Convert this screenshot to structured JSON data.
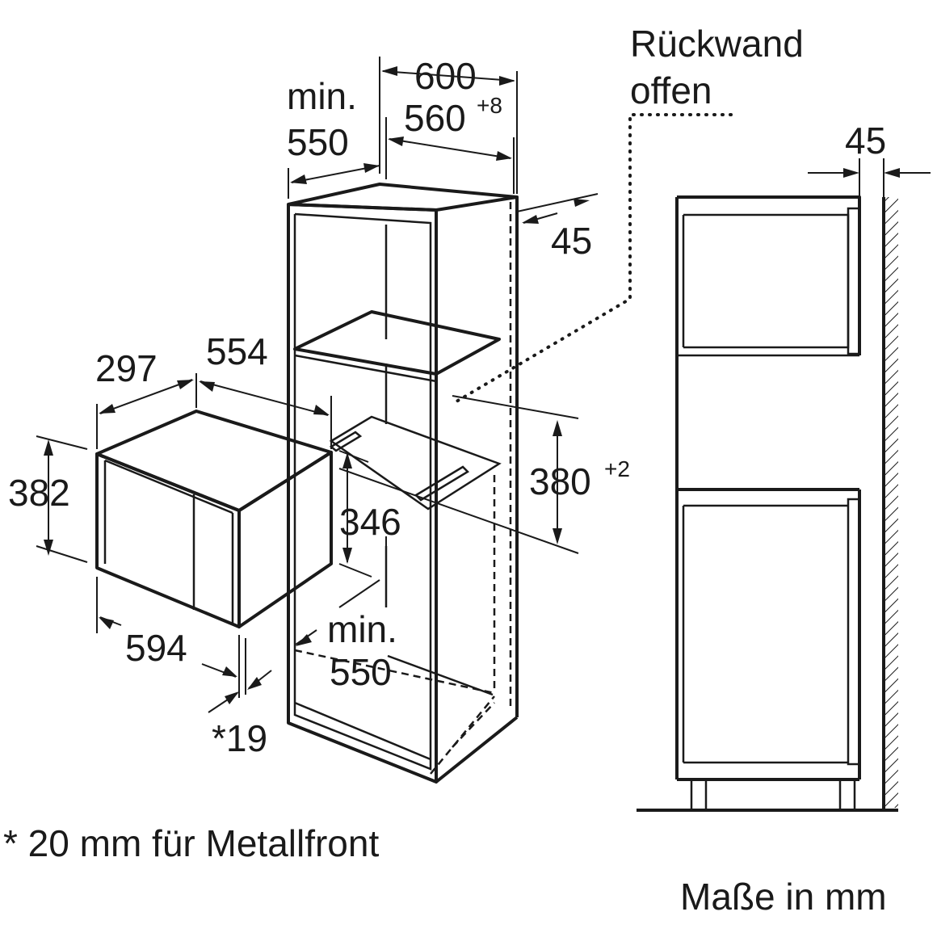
{
  "labels": {
    "rueckwand_line1": "Rückwand",
    "rueckwand_line2": "offen",
    "w600": "600",
    "w560": "560",
    "w560_tol": "+8",
    "min_top": "min.",
    "d550_top": "550",
    "d45_top": "45",
    "d45_side": "45",
    "h297": "297",
    "d554": "554",
    "h382": "382",
    "h380": "380",
    "h380_tol": "+2",
    "h346": "346",
    "w594": "594",
    "min_bottom": "min.",
    "d550_bottom": "550",
    "t19": "*19"
  },
  "footnote": "* 20 mm für Metallfront",
  "units_note": "Maße in mm"
}
